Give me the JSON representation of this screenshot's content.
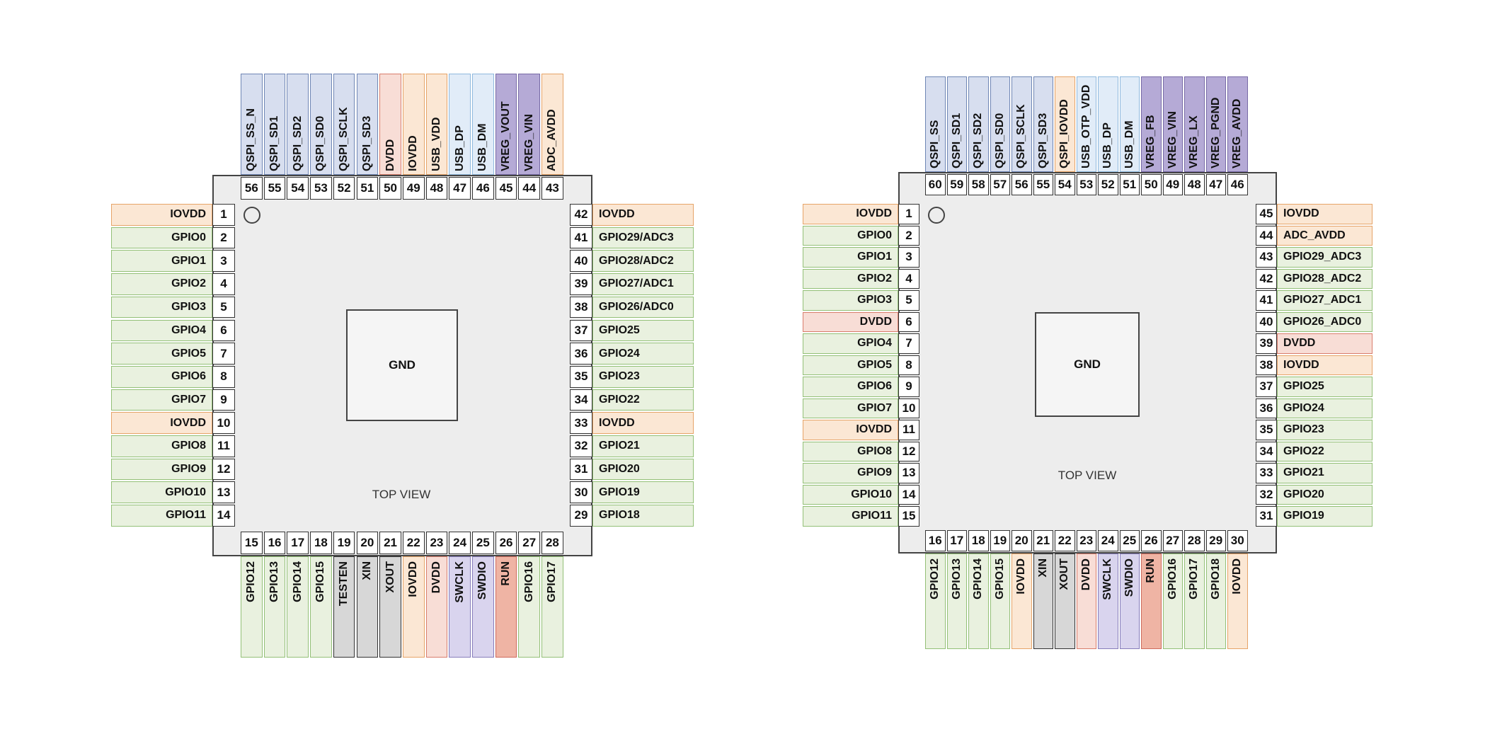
{
  "pin_types": {
    "gpio": {
      "fill": "#e9f1df",
      "border": "#93c077"
    },
    "power": {
      "fill": "#fbe7d4",
      "border": "#e6a468"
    },
    "dvdd": {
      "fill": "#f8ddd6",
      "border": "#d97d6c"
    },
    "qspi": {
      "fill": "#d7deef",
      "border": "#6f86b5"
    },
    "usb": {
      "fill": "#e1ecf8",
      "border": "#8fb9de"
    },
    "vreg": {
      "fill": "#b5aad6",
      "border": "#776aa6"
    },
    "swd": {
      "fill": "#d9d4ee",
      "border": "#877dbb"
    },
    "run": {
      "fill": "#efb4a4",
      "border": "#cf6b5d"
    },
    "xtal": {
      "fill": "#d7d7d7",
      "border": "#333333"
    }
  },
  "chips": [
    {
      "gnd_label": "GND",
      "view_label": "TOP VIEW",
      "left": [
        {
          "n": "1",
          "name": "IOVDD",
          "type": "power"
        },
        {
          "n": "2",
          "name": "GPIO0",
          "type": "gpio"
        },
        {
          "n": "3",
          "name": "GPIO1",
          "type": "gpio"
        },
        {
          "n": "4",
          "name": "GPIO2",
          "type": "gpio"
        },
        {
          "n": "5",
          "name": "GPIO3",
          "type": "gpio"
        },
        {
          "n": "6",
          "name": "GPIO4",
          "type": "gpio"
        },
        {
          "n": "7",
          "name": "GPIO5",
          "type": "gpio"
        },
        {
          "n": "8",
          "name": "GPIO6",
          "type": "gpio"
        },
        {
          "n": "9",
          "name": "GPIO7",
          "type": "gpio"
        },
        {
          "n": "10",
          "name": "IOVDD",
          "type": "power"
        },
        {
          "n": "11",
          "name": "GPIO8",
          "type": "gpio"
        },
        {
          "n": "12",
          "name": "GPIO9",
          "type": "gpio"
        },
        {
          "n": "13",
          "name": "GPIO10",
          "type": "gpio"
        },
        {
          "n": "14",
          "name": "GPIO11",
          "type": "gpio"
        }
      ],
      "bottom": [
        {
          "n": "15",
          "name": "GPIO12",
          "type": "gpio"
        },
        {
          "n": "16",
          "name": "GPIO13",
          "type": "gpio"
        },
        {
          "n": "17",
          "name": "GPIO14",
          "type": "gpio"
        },
        {
          "n": "18",
          "name": "GPIO15",
          "type": "gpio"
        },
        {
          "n": "19",
          "name": "TESTEN",
          "type": "xtal"
        },
        {
          "n": "20",
          "name": "XIN",
          "type": "xtal"
        },
        {
          "n": "21",
          "name": "XOUT",
          "type": "xtal"
        },
        {
          "n": "22",
          "name": "IOVDD",
          "type": "power"
        },
        {
          "n": "23",
          "name": "DVDD",
          "type": "dvdd"
        },
        {
          "n": "24",
          "name": "SWCLK",
          "type": "swd"
        },
        {
          "n": "25",
          "name": "SWDIO",
          "type": "swd"
        },
        {
          "n": "26",
          "name": "RUN",
          "type": "run"
        },
        {
          "n": "27",
          "name": "GPIO16",
          "type": "gpio"
        },
        {
          "n": "28",
          "name": "GPIO17",
          "type": "gpio"
        }
      ],
      "right": [
        {
          "n": "42",
          "name": "IOVDD",
          "type": "power"
        },
        {
          "n": "41",
          "name": "GPIO29/ADC3",
          "type": "gpio"
        },
        {
          "n": "40",
          "name": "GPIO28/ADC2",
          "type": "gpio"
        },
        {
          "n": "39",
          "name": "GPIO27/ADC1",
          "type": "gpio"
        },
        {
          "n": "38",
          "name": "GPIO26/ADC0",
          "type": "gpio"
        },
        {
          "n": "37",
          "name": "GPIO25",
          "type": "gpio"
        },
        {
          "n": "36",
          "name": "GPIO24",
          "type": "gpio"
        },
        {
          "n": "35",
          "name": "GPIO23",
          "type": "gpio"
        },
        {
          "n": "34",
          "name": "GPIO22",
          "type": "gpio"
        },
        {
          "n": "33",
          "name": "IOVDD",
          "type": "power"
        },
        {
          "n": "32",
          "name": "GPIO21",
          "type": "gpio"
        },
        {
          "n": "31",
          "name": "GPIO20",
          "type": "gpio"
        },
        {
          "n": "30",
          "name": "GPIO19",
          "type": "gpio"
        },
        {
          "n": "29",
          "name": "GPIO18",
          "type": "gpio"
        }
      ],
      "top": [
        {
          "n": "56",
          "name": "QSPI_SS_N",
          "type": "qspi"
        },
        {
          "n": "55",
          "name": "QSPI_SD1",
          "type": "qspi"
        },
        {
          "n": "54",
          "name": "QSPI_SD2",
          "type": "qspi"
        },
        {
          "n": "53",
          "name": "QSPI_SD0",
          "type": "qspi"
        },
        {
          "n": "52",
          "name": "QSPI_SCLK",
          "type": "qspi"
        },
        {
          "n": "51",
          "name": "QSPI_SD3",
          "type": "qspi"
        },
        {
          "n": "50",
          "name": "DVDD",
          "type": "dvdd"
        },
        {
          "n": "49",
          "name": "IOVDD",
          "type": "power"
        },
        {
          "n": "48",
          "name": "USB_VDD",
          "type": "power"
        },
        {
          "n": "47",
          "name": "USB_DP",
          "type": "usb"
        },
        {
          "n": "46",
          "name": "USB_DM",
          "type": "usb"
        },
        {
          "n": "45",
          "name": "VREG_VOUT",
          "type": "vreg"
        },
        {
          "n": "44",
          "name": "VREG_VIN",
          "type": "vreg"
        },
        {
          "n": "43",
          "name": "ADC_AVDD",
          "type": "power"
        }
      ]
    },
    {
      "gnd_label": "GND",
      "view_label": "TOP VIEW",
      "left": [
        {
          "n": "1",
          "name": "IOVDD",
          "type": "power"
        },
        {
          "n": "2",
          "name": "GPIO0",
          "type": "gpio"
        },
        {
          "n": "3",
          "name": "GPIO1",
          "type": "gpio"
        },
        {
          "n": "4",
          "name": "GPIO2",
          "type": "gpio"
        },
        {
          "n": "5",
          "name": "GPIO3",
          "type": "gpio"
        },
        {
          "n": "6",
          "name": "DVDD",
          "type": "dvdd"
        },
        {
          "n": "7",
          "name": "GPIO4",
          "type": "gpio"
        },
        {
          "n": "8",
          "name": "GPIO5",
          "type": "gpio"
        },
        {
          "n": "9",
          "name": "GPIO6",
          "type": "gpio"
        },
        {
          "n": "10",
          "name": "GPIO7",
          "type": "gpio"
        },
        {
          "n": "11",
          "name": "IOVDD",
          "type": "power"
        },
        {
          "n": "12",
          "name": "GPIO8",
          "type": "gpio"
        },
        {
          "n": "13",
          "name": "GPIO9",
          "type": "gpio"
        },
        {
          "n": "14",
          "name": "GPIO10",
          "type": "gpio"
        },
        {
          "n": "15",
          "name": "GPIO11",
          "type": "gpio"
        }
      ],
      "bottom": [
        {
          "n": "16",
          "name": "GPIO12",
          "type": "gpio"
        },
        {
          "n": "17",
          "name": "GPIO13",
          "type": "gpio"
        },
        {
          "n": "18",
          "name": "GPIO14",
          "type": "gpio"
        },
        {
          "n": "19",
          "name": "GPIO15",
          "type": "gpio"
        },
        {
          "n": "20",
          "name": "IOVDD",
          "type": "power"
        },
        {
          "n": "21",
          "name": "XIN",
          "type": "xtal"
        },
        {
          "n": "22",
          "name": "XOUT",
          "type": "xtal"
        },
        {
          "n": "23",
          "name": "DVDD",
          "type": "dvdd"
        },
        {
          "n": "24",
          "name": "SWCLK",
          "type": "swd"
        },
        {
          "n": "25",
          "name": "SWDIO",
          "type": "swd"
        },
        {
          "n": "26",
          "name": "RUN",
          "type": "run"
        },
        {
          "n": "27",
          "name": "GPIO16",
          "type": "gpio"
        },
        {
          "n": "28",
          "name": "GPIO17",
          "type": "gpio"
        },
        {
          "n": "29",
          "name": "GPIO18",
          "type": "gpio"
        },
        {
          "n": "30",
          "name": "IOVDD",
          "type": "power"
        }
      ],
      "right": [
        {
          "n": "45",
          "name": "IOVDD",
          "type": "power"
        },
        {
          "n": "44",
          "name": "ADC_AVDD",
          "type": "power"
        },
        {
          "n": "43",
          "name": "GPIO29_ADC3",
          "type": "gpio"
        },
        {
          "n": "42",
          "name": "GPIO28_ADC2",
          "type": "gpio"
        },
        {
          "n": "41",
          "name": "GPIO27_ADC1",
          "type": "gpio"
        },
        {
          "n": "40",
          "name": "GPIO26_ADC0",
          "type": "gpio"
        },
        {
          "n": "39",
          "name": "DVDD",
          "type": "dvdd"
        },
        {
          "n": "38",
          "name": "IOVDD",
          "type": "power"
        },
        {
          "n": "37",
          "name": "GPIO25",
          "type": "gpio"
        },
        {
          "n": "36",
          "name": "GPIO24",
          "type": "gpio"
        },
        {
          "n": "35",
          "name": "GPIO23",
          "type": "gpio"
        },
        {
          "n": "34",
          "name": "GPIO22",
          "type": "gpio"
        },
        {
          "n": "33",
          "name": "GPIO21",
          "type": "gpio"
        },
        {
          "n": "32",
          "name": "GPIO20",
          "type": "gpio"
        },
        {
          "n": "31",
          "name": "GPIO19",
          "type": "gpio"
        }
      ],
      "top": [
        {
          "n": "60",
          "name": "QSPI_SS",
          "type": "qspi"
        },
        {
          "n": "59",
          "name": "QSPI_SD1",
          "type": "qspi"
        },
        {
          "n": "58",
          "name": "QSPI_SD2",
          "type": "qspi"
        },
        {
          "n": "57",
          "name": "QSPI_SD0",
          "type": "qspi"
        },
        {
          "n": "56",
          "name": "QSPI_SCLK",
          "type": "qspi"
        },
        {
          "n": "55",
          "name": "QSPI_SD3",
          "type": "qspi"
        },
        {
          "n": "54",
          "name": "QSPI_IOVDD",
          "type": "power"
        },
        {
          "n": "53",
          "name": "USB_OTP_VDD",
          "type": "usb"
        },
        {
          "n": "52",
          "name": "USB_DP",
          "type": "usb"
        },
        {
          "n": "51",
          "name": "USB_DM",
          "type": "usb"
        },
        {
          "n": "50",
          "name": "VREG_FB",
          "type": "vreg"
        },
        {
          "n": "49",
          "name": "VREG_VIN",
          "type": "vreg"
        },
        {
          "n": "48",
          "name": "VREG_LX",
          "type": "vreg"
        },
        {
          "n": "47",
          "name": "VREG_PGND",
          "type": "vreg"
        },
        {
          "n": "46",
          "name": "VREG_AVDD",
          "type": "vreg"
        }
      ]
    }
  ]
}
